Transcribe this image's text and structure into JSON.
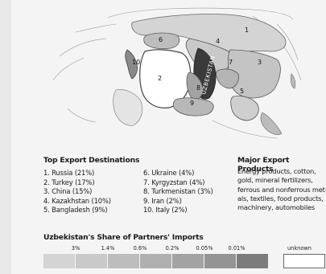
{
  "map": {
    "country_label": "UZBEKISTAN",
    "partner_numbers": [
      "1",
      "2",
      "3",
      "4",
      "5",
      "6",
      "7",
      "8",
      "9",
      "10"
    ]
  },
  "top_exports": {
    "title": "Top Export Destinations",
    "left_column": [
      "1. Russia (21%)",
      "2. Turkey (17%)",
      "3. China (15%)",
      "4. Kazakhstan (10%)",
      "5. Bangladesh (9%)"
    ],
    "right_column": [
      "6. Ukraine (4%)",
      "7. Kyrgyzstan (4%)",
      "8. Turkmenistan (3%)",
      "9. Iran (2%)",
      "10. Italy (2%)"
    ]
  },
  "major_products": {
    "title": "Major Export Products",
    "lines": [
      "Energy products, cotton,",
      "gold, mineral fertilizers,",
      "ferrous and nonferrous met-",
      "als, textiles, food products,",
      "machinery, automobiles"
    ]
  },
  "legend": {
    "title": "Uzbekistan's Share of Partners' Imports",
    "thresholds": [
      "3%",
      "1.4%",
      "0.6%",
      "0.2%",
      "0.05%",
      "0.01%"
    ],
    "unknown_label": "unknown",
    "colors": [
      "#d4d4d4",
      "#c9c9c9",
      "#bdbdbd",
      "#b0b0b0",
      "#a3a3a3",
      "#949494",
      "#7c7c7c"
    ]
  }
}
